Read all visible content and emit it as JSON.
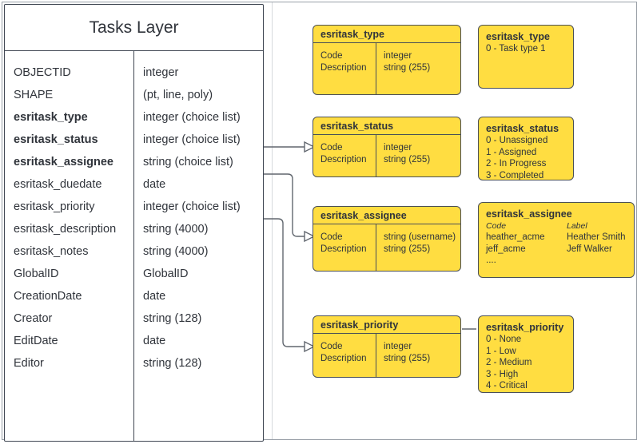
{
  "diagram": {
    "title": "Tasks Layer",
    "entity": {
      "name": "Tasks Layer",
      "fields": [
        {
          "name": "OBJECTID",
          "type": "integer",
          "key": false
        },
        {
          "name": "SHAPE",
          "type": "(pt, line, poly)",
          "key": false
        },
        {
          "name": "esritask_type",
          "type": "integer (choice list)",
          "key": true
        },
        {
          "name": "esritask_status",
          "type": "integer (choice list)",
          "key": true
        },
        {
          "name": "esritask_assignee",
          "type": "string (choice list)",
          "key": true
        },
        {
          "name": "esritask_duedate",
          "type": "date",
          "key": false
        },
        {
          "name": "esritask_priority",
          "type": "integer (choice list)",
          "key": false
        },
        {
          "name": "esritask_description",
          "type": "string (4000)",
          "key": false
        },
        {
          "name": "esritask_notes",
          "type": "string (4000)",
          "key": false
        },
        {
          "name": "GlobalID",
          "type": "GlobalID",
          "key": false
        },
        {
          "name": "CreationDate",
          "type": "date",
          "key": false
        },
        {
          "name": "Creator",
          "type": "string (128)",
          "key": false
        },
        {
          "name": "EditDate",
          "type": "date",
          "key": false
        },
        {
          "name": "Editor",
          "type": "string (128)",
          "key": false
        }
      ]
    },
    "schema_tables": [
      {
        "id": "type",
        "header": "esritask_type",
        "left_rows": [
          "Code",
          "Description"
        ],
        "right_rows": [
          "integer",
          "string (255)"
        ]
      },
      {
        "id": "status",
        "header": "esritask_status",
        "left_rows": [
          "Code",
          "Description"
        ],
        "right_rows": [
          "integer",
          "string (255)"
        ]
      },
      {
        "id": "assignee",
        "header": "esritask_assignee",
        "left_rows": [
          "Code",
          "Description"
        ],
        "right_rows": [
          "string  (username)",
          "string (255)"
        ]
      },
      {
        "id": "priority",
        "header": "esritask_priority",
        "left_rows": [
          "Code",
          "Description"
        ],
        "right_rows": [
          "integer",
          "string (255)"
        ]
      }
    ],
    "value_lists": [
      {
        "id": "type",
        "title": "esritask_type",
        "rows": [
          "0 - Task type 1"
        ]
      },
      {
        "id": "status",
        "title": "esritask_status",
        "rows": [
          "0 - Unassigned",
          "1 - Assigned",
          "2 - In Progress",
          "3 - Completed"
        ]
      },
      {
        "id": "priority",
        "title": "esritask_priority",
        "rows": [
          "0 - None",
          "1 - Low",
          "2 - Medium",
          "3 - High",
          "4 - Critical"
        ]
      }
    ],
    "assignee_list": {
      "title": "esritask_assignee",
      "header_code": "Code",
      "header_label": "Label",
      "rows": [
        {
          "code": "heather_acme",
          "label": "Heather Smith"
        },
        {
          "code": "jeff_acme",
          "label": "Jeff Walker"
        }
      ],
      "ellipsis": "...."
    },
    "colors": {
      "box_fill": "#ffdd41",
      "box_stroke": "#4a4f57",
      "table_stroke": "#3f4652",
      "connector": "#60666e",
      "text": "#30343b",
      "frame": "#9aa0a8"
    }
  }
}
